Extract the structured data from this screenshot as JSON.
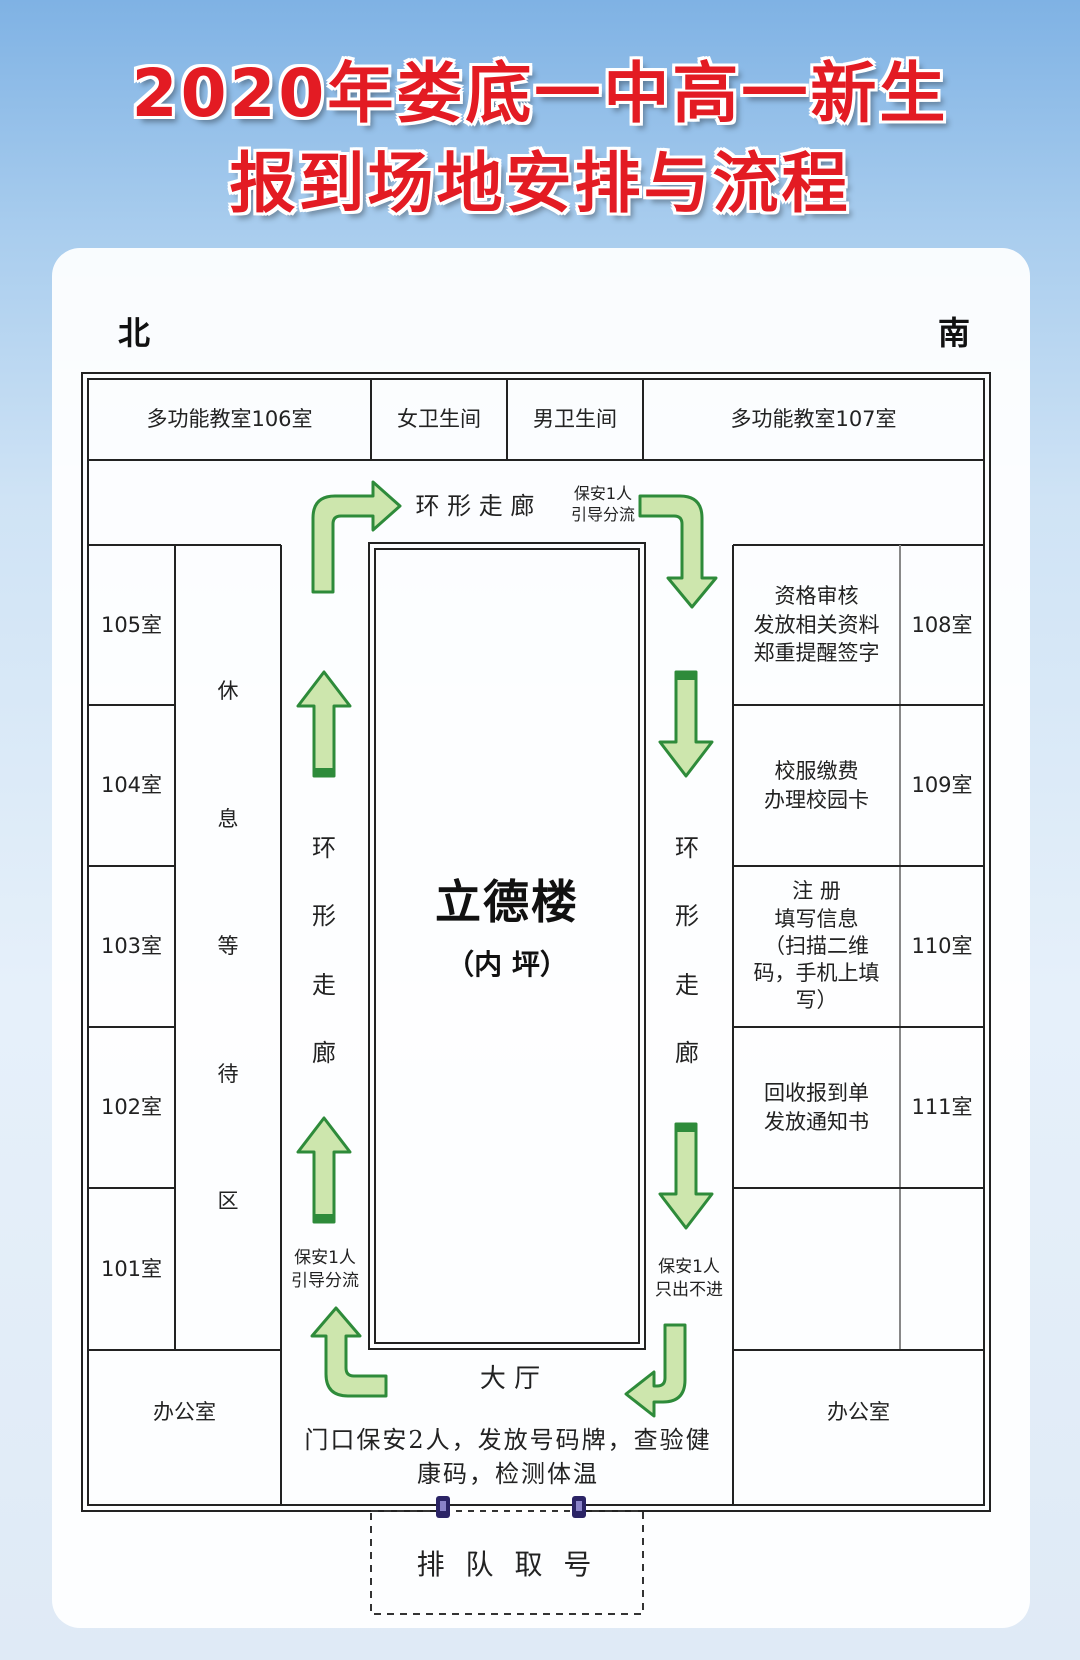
{
  "title": {
    "line1": "2020年娄底一中高一新生",
    "line2": "报到场地安排与流程"
  },
  "directions": {
    "north": "北",
    "south": "南"
  },
  "top_rooms": {
    "room106": "多功能教室106室",
    "womens_restroom": "女卫生间",
    "mens_restroom": "男卫生间",
    "room107": "多功能教室107室"
  },
  "left_rooms": [
    "105室",
    "104室",
    "103室",
    "102室",
    "101室"
  ],
  "rest_area": [
    "休",
    "息",
    "等",
    "待",
    "区"
  ],
  "right_rooms": [
    "108室",
    "109室",
    "110室",
    "111室"
  ],
  "right_tasks": {
    "r108": "资格审核\n发放相关资料\n郑重提醒签字",
    "r109": "校服缴费\n办理校园卡",
    "r110": "注 册\n填写信息\n（扫描二维\n码，手机上填\n写）",
    "r111": "回收报到单\n发放通知书"
  },
  "corridor": {
    "top_label": "环 形 走 廊",
    "side_chars": [
      "环",
      "形",
      "走",
      "廊"
    ]
  },
  "guards": {
    "top_right": "保安1人\n引导分流",
    "left_bottom": "保安1人\n引导分流",
    "right_bottom": "保安1人\n只出不进",
    "entrance": "门口保安2人，发放号码牌，查验健康码，检测体温"
  },
  "center": {
    "name": "立德楼",
    "sub": "（内 坪）"
  },
  "hall": "大 厅",
  "offices": {
    "left": "办公室",
    "right": "办公室"
  },
  "queue": "排 队 取 号",
  "colors": {
    "title_red": "#e31b23",
    "arrow_fill": "#cde6ad",
    "arrow_stroke": "#2e8b3a",
    "line": "#222222"
  }
}
